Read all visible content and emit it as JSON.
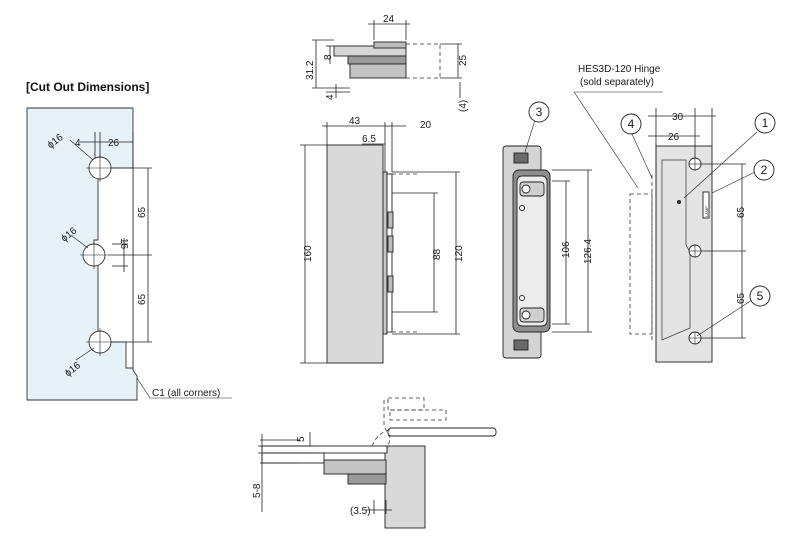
{
  "header": {
    "cutout_title": "[Cut Out Dimensions]"
  },
  "cutout": {
    "d16_top": "ϕ16",
    "d16_mid": "ϕ16",
    "d16_bot": "ϕ16",
    "dim4": "4",
    "dim26": "26",
    "dim16": "16",
    "dim65a": "65",
    "dim65b": "65",
    "c1": "C1 (all corners)"
  },
  "top_view": {
    "dim24": "24",
    "dim31_2": "31.2",
    "dim8": "8",
    "dim4": "4",
    "dim25": "25",
    "dim4p": "(4)"
  },
  "side_view": {
    "dim43": "43",
    "dim20": "20",
    "dim6_5": "6.5",
    "dim160": "160",
    "dim88": "88",
    "dim120": "120"
  },
  "front_view": {
    "dim106": "106",
    "dim126_4": "126.4"
  },
  "hinge_view": {
    "note_line1": "HES3D-120 Hinge",
    "note_line2": "(sold separately)",
    "dim30": "30",
    "dim26": "26",
    "dim65a": "65",
    "dim65b": "65",
    "brand": "LAMP"
  },
  "callouts": {
    "c1": "1",
    "c2": "2",
    "c3": "3",
    "c4": "4",
    "c5": "5"
  },
  "bottom_view": {
    "dim5": "5",
    "dim5_8": "5-8",
    "dim3_5": "(3.5)"
  }
}
